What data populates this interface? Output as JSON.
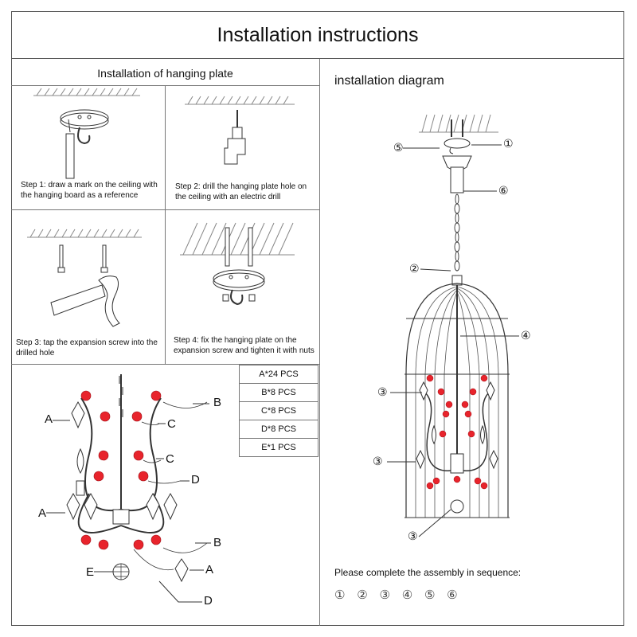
{
  "title": "Installation instructions",
  "left_section": {
    "heading": "Installation of hanging plate"
  },
  "right_section": {
    "heading": "installation diagram"
  },
  "steps": [
    "Step 1: draw a mark on the ceiling with the hanging board as a reference",
    "Step 2: drill the hanging plate hole on the ceiling with an electric drill",
    "Step 3: tap the expansion screw into the drilled hole",
    "Step 4: fix the hanging plate on the expansion screw and tighten it with nuts"
  ],
  "parts_list": [
    "A*24 PCS",
    "B*8 PCS",
    "C*8 PCS",
    "D*8 PCS",
    "E*1 PCS"
  ],
  "part_letters": [
    "A",
    "B",
    "C",
    "D",
    "E"
  ],
  "diagram_callouts": [
    "①",
    "②",
    "③",
    "④",
    "⑤",
    "⑥"
  ],
  "footer": {
    "note": "Please complete the assembly in sequence:",
    "sequence": [
      "①",
      "②",
      "③",
      "④",
      "⑤",
      "⑥"
    ]
  },
  "colors": {
    "bead_red": "#e8242c",
    "line": "#333333",
    "hatch": "#888888"
  }
}
